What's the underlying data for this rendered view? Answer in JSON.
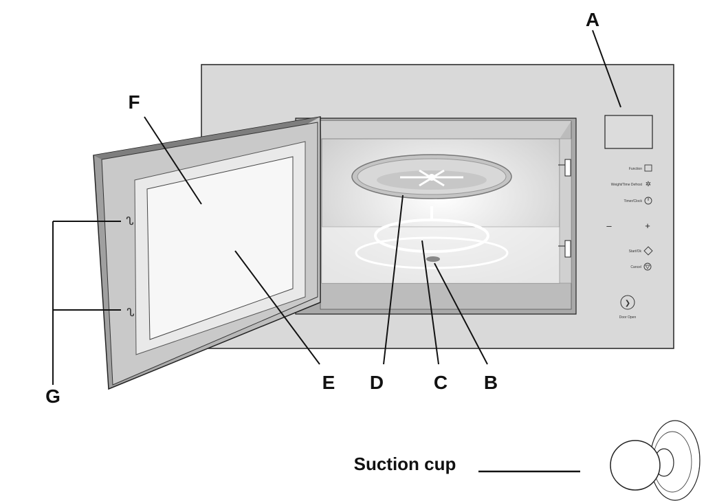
{
  "callouts": {
    "a": "A",
    "b": "B",
    "c": "C",
    "d": "D",
    "e": "E",
    "f": "F",
    "g": "G"
  },
  "control_panel": {
    "function": "Function",
    "weight_time_defrost": "Weight/Time Defrost",
    "timer_clock": "Timer/Clock",
    "minus": "–",
    "plus": "+",
    "start_ok": "Start/Ok",
    "cancel": "Cancel",
    "door_open": "Door Open"
  },
  "suction_cup": {
    "label": "Suction cup"
  },
  "colors": {
    "housing": "#d8d8d8",
    "door_frame": "#bdbdbd",
    "cavity": "#e6e6e6",
    "line": "#111111"
  }
}
